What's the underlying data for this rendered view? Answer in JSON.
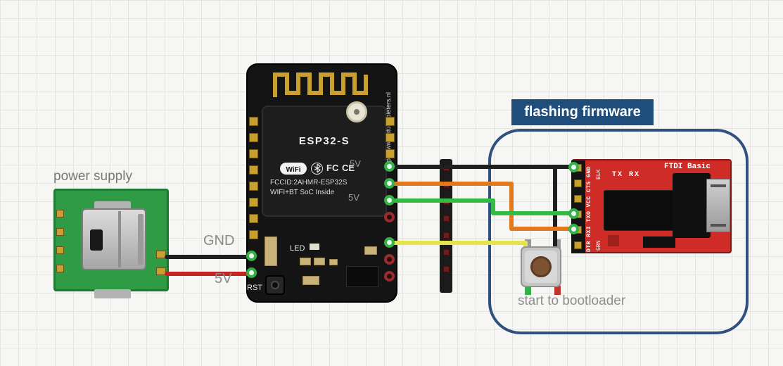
{
  "labels": {
    "power_supply": "power supply",
    "gnd": "GND",
    "five_v": "5V",
    "flashing_firmware": "flashing firmware",
    "start_to_bootloader": "start to bootloader"
  },
  "esp32": {
    "chip_name": "ESP32-S",
    "wifi_logo": "WiFi",
    "fcc_mark": "FC",
    "ce_mark": "CE",
    "fccid_line1": "FCCID:2AHMR-ESP32S",
    "fccid_line2": "WIFI+BT SoC Inside",
    "pin_5v_top": "5V",
    "pin_5v_mid": "5V",
    "url": "https://www.studiopieters.nl",
    "led_label": "LED",
    "rst_label": "RST"
  },
  "ftdi": {
    "title": "FTDI Basic",
    "tx_rx": "TX RX",
    "pin_labels": "DTR RXI TXO VCC CTS GND",
    "blk": "BLK",
    "grn": "GRN"
  },
  "colors": {
    "wire_black": "#1f1f1f",
    "wire_red": "#c52222",
    "wire_orange": "#e2791f",
    "wire_green": "#33bb44",
    "wire_yellow": "#e6e34e",
    "board_green": "#2f9c45",
    "board_red": "#cf2b27",
    "board_black": "#141414",
    "enclosure_blue": "#30507f",
    "label_blue": "#1f4e7c",
    "pad_gold": "#c9a02e",
    "text_gray": "#8a8a8a"
  }
}
